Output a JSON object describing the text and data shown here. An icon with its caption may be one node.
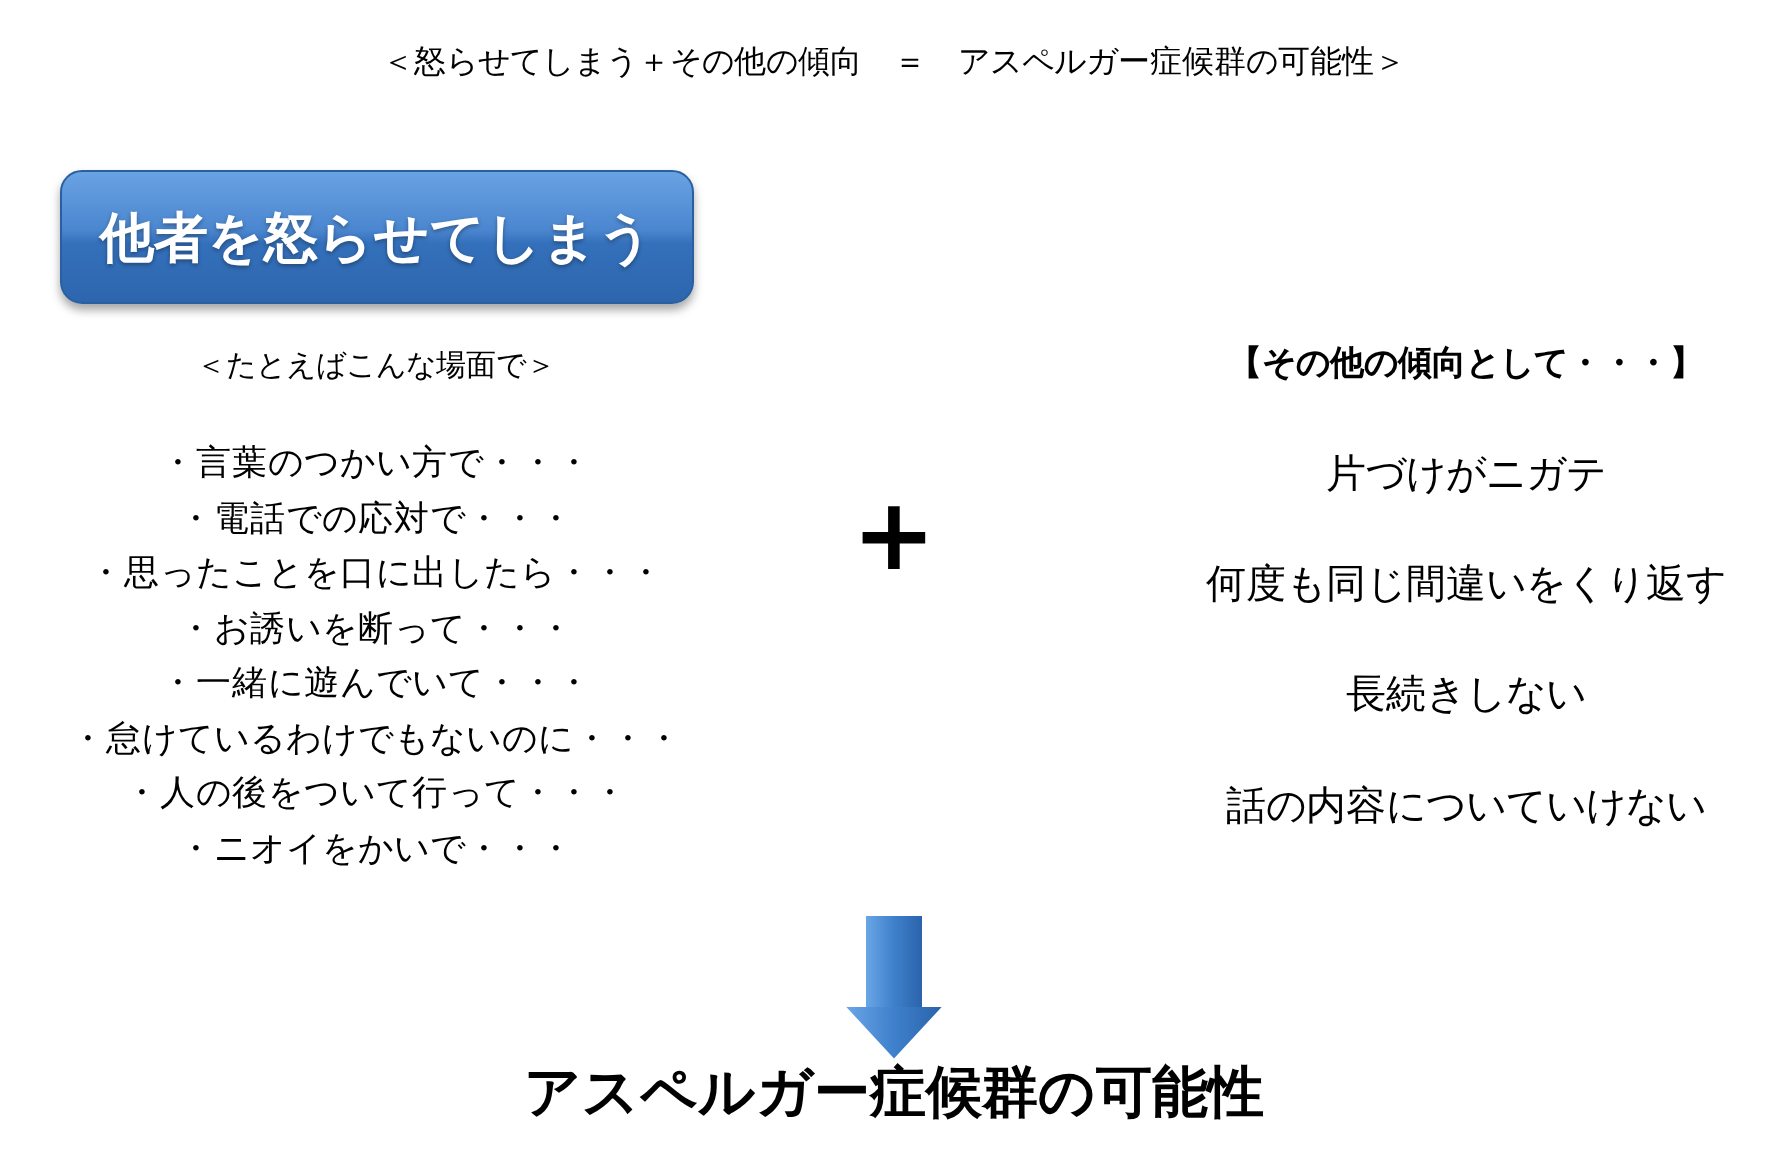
{
  "diagram": {
    "title": "＜怒らせてしまう＋その他の傾向　＝　アスペルガー症候群の可能性＞",
    "nodes": [
      {
        "text": [
          "他者を怒らせてしまう"
        ]
      },
      {
        "text": [
          "アスペルガー症候群の可能性"
        ]
      }
    ],
    "edges": [
      {
        "from": null,
        "to": 1,
        "arrow": "to"
      }
    ],
    "labels": [
      "＜たとえばこんな場面で＞",
      "・言葉のつかい方で・・・",
      "・電話での応対で・・・",
      "・思ったことを口に出したら・・・",
      "・お誘いを断って・・・",
      "・一緒に遊んでいて・・・",
      "・怠けているわけでもないのに・・・",
      "・人の後をついて行って・・・",
      "・ニオイをかいで・・・",
      "+",
      "【その他の傾向として・・・】",
      "片づけがニガテ",
      "何度も同じ間違いをくり返す",
      "長続きしない",
      "話の内容についていけない"
    ]
  }
}
